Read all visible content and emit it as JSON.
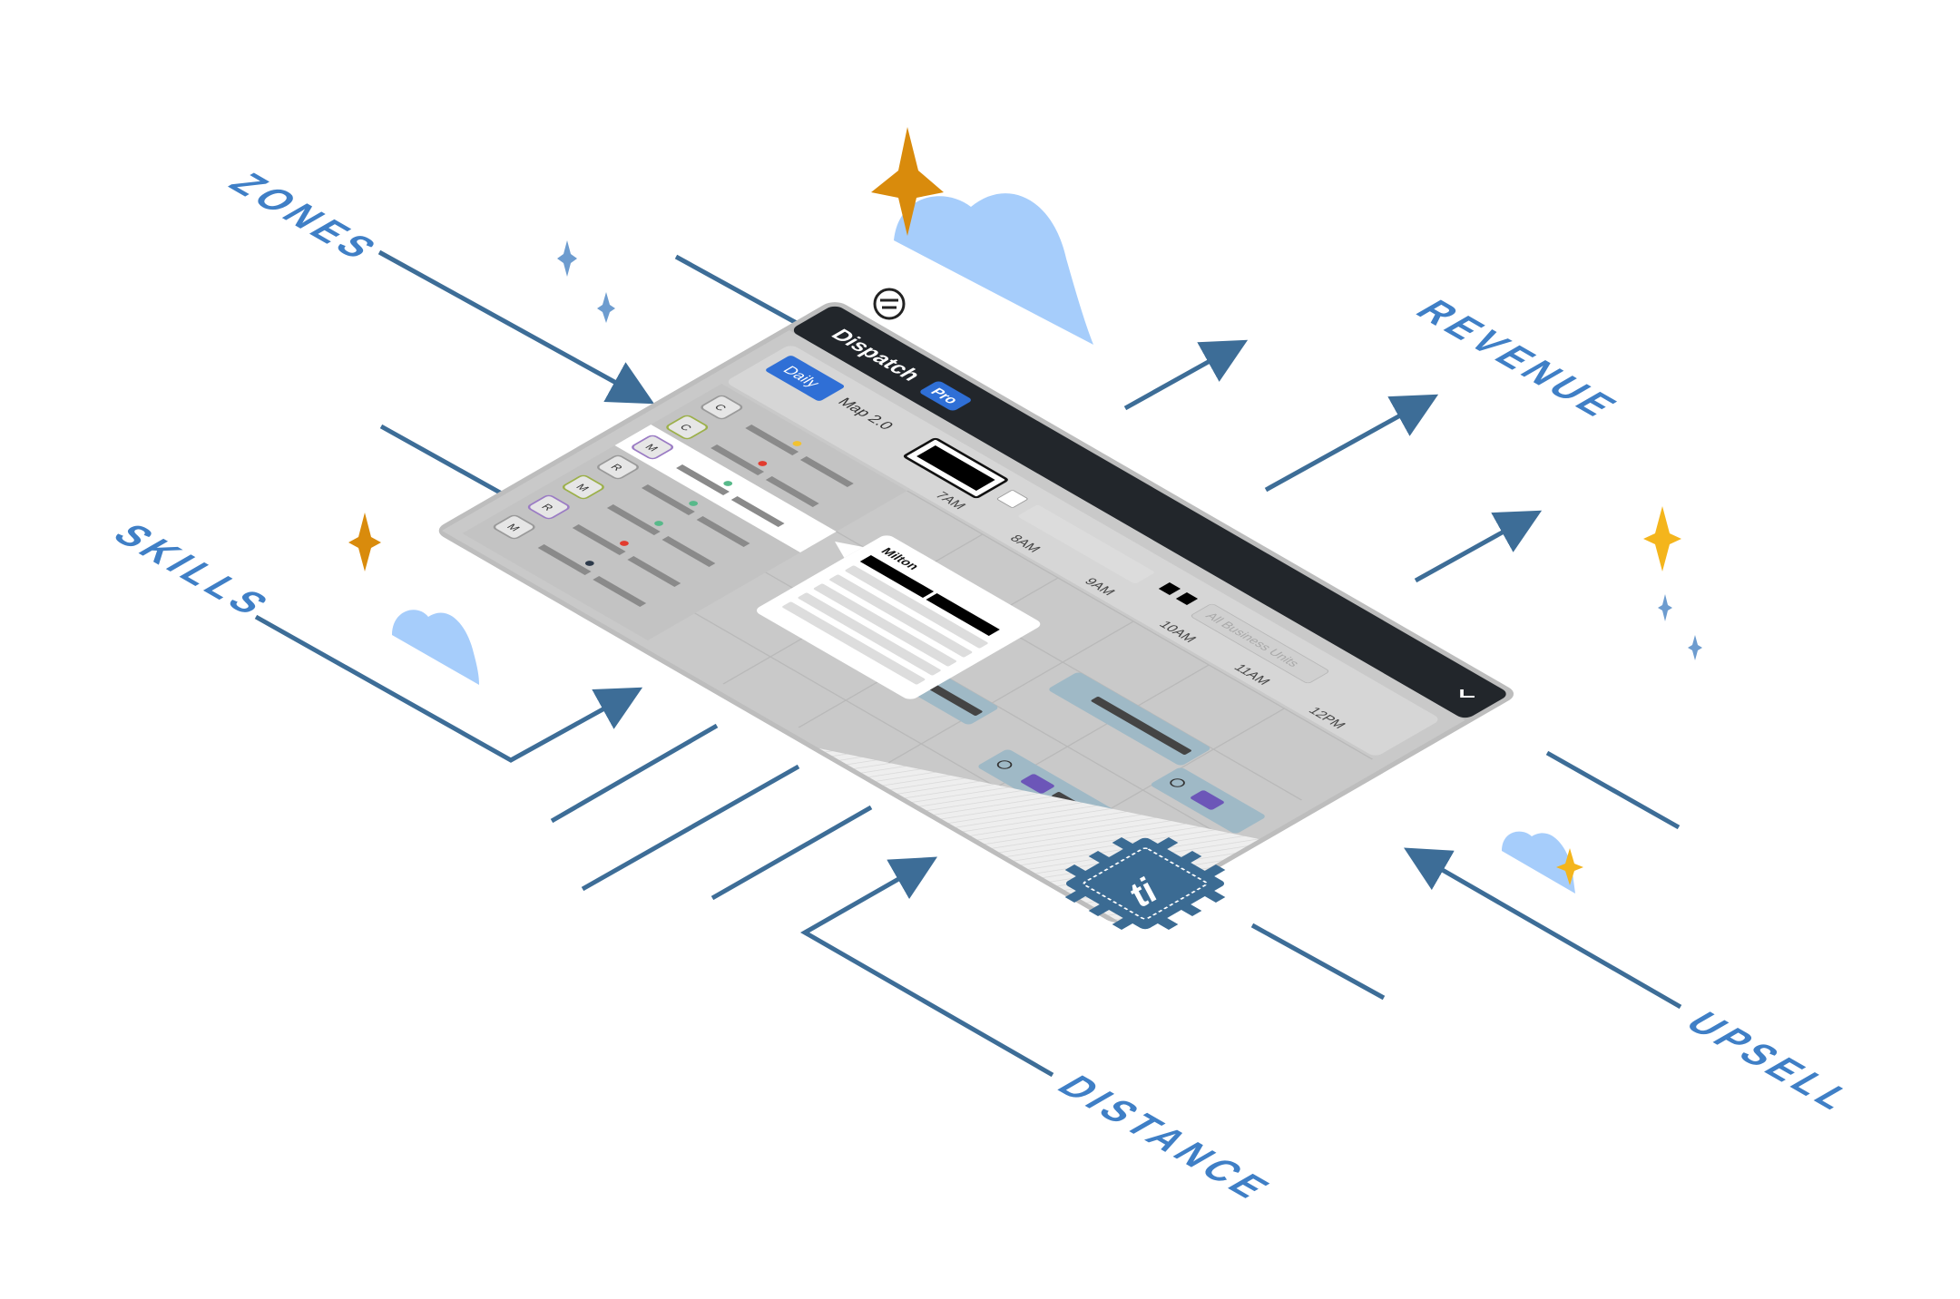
{
  "colors": {
    "arrow": "#3d6d97",
    "label": "#3f7fc6",
    "cloud": "#a6cdfb",
    "star_gold": "#d98b0c",
    "star_yellow": "#f4b51c",
    "star_blue": "#6d9ccf",
    "titlebar": "#22262b",
    "panel": "#c9c9c9",
    "accent": "#2f6fd6",
    "job_card": "#9fb9c6",
    "job_tag": "#6c56b8",
    "chip_badge": "#3b6b93"
  },
  "labels": {
    "zones": "ZONES",
    "revenue": "REVENUE",
    "skills": "SKILLS",
    "distance": "DISTANCE",
    "upsell": "UPSELL"
  },
  "app": {
    "title": "Dispatch",
    "badge": "Pro",
    "tabs": [
      "Daily",
      "Map 2.0"
    ],
    "filter_placeholder": "All Business Units",
    "times": [
      "7AM",
      "8AM",
      "9AM",
      "10AM",
      "11AM",
      "12PM"
    ],
    "popover_title": "Milton",
    "chip_label": "ti"
  },
  "technicians": [
    {
      "initial": "C",
      "status": "#f2c230"
    },
    {
      "initial": "C",
      "status": "#e23b2e"
    },
    {
      "initial": "M",
      "status": "#58b98a"
    },
    {
      "initial": "R",
      "status": "#58b98a"
    },
    {
      "initial": "M",
      "status": "#58b98a"
    },
    {
      "initial": "R",
      "status": "#e23b2e"
    },
    {
      "initial": "M",
      "status": "#2d3a4a"
    }
  ],
  "icons": [
    "logo-icon",
    "clock-icon",
    "bolt-icon",
    "calendar-icon",
    "chevron-down-icon",
    "star-icon",
    "cloud-icon",
    "chip-icon"
  ]
}
